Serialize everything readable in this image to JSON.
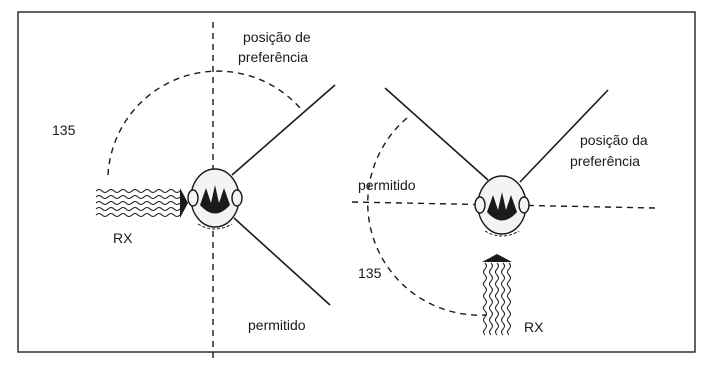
{
  "left_panel": {
    "preference_line1": "posição de",
    "preference_line2": "preferência",
    "angle": "135",
    "rx": "RX",
    "allowed": "permitido"
  },
  "right_panel": {
    "preference_line1": "posição da",
    "preference_line2": "preferência",
    "allowed": "permitido",
    "angle": "135",
    "rx": "RX"
  }
}
